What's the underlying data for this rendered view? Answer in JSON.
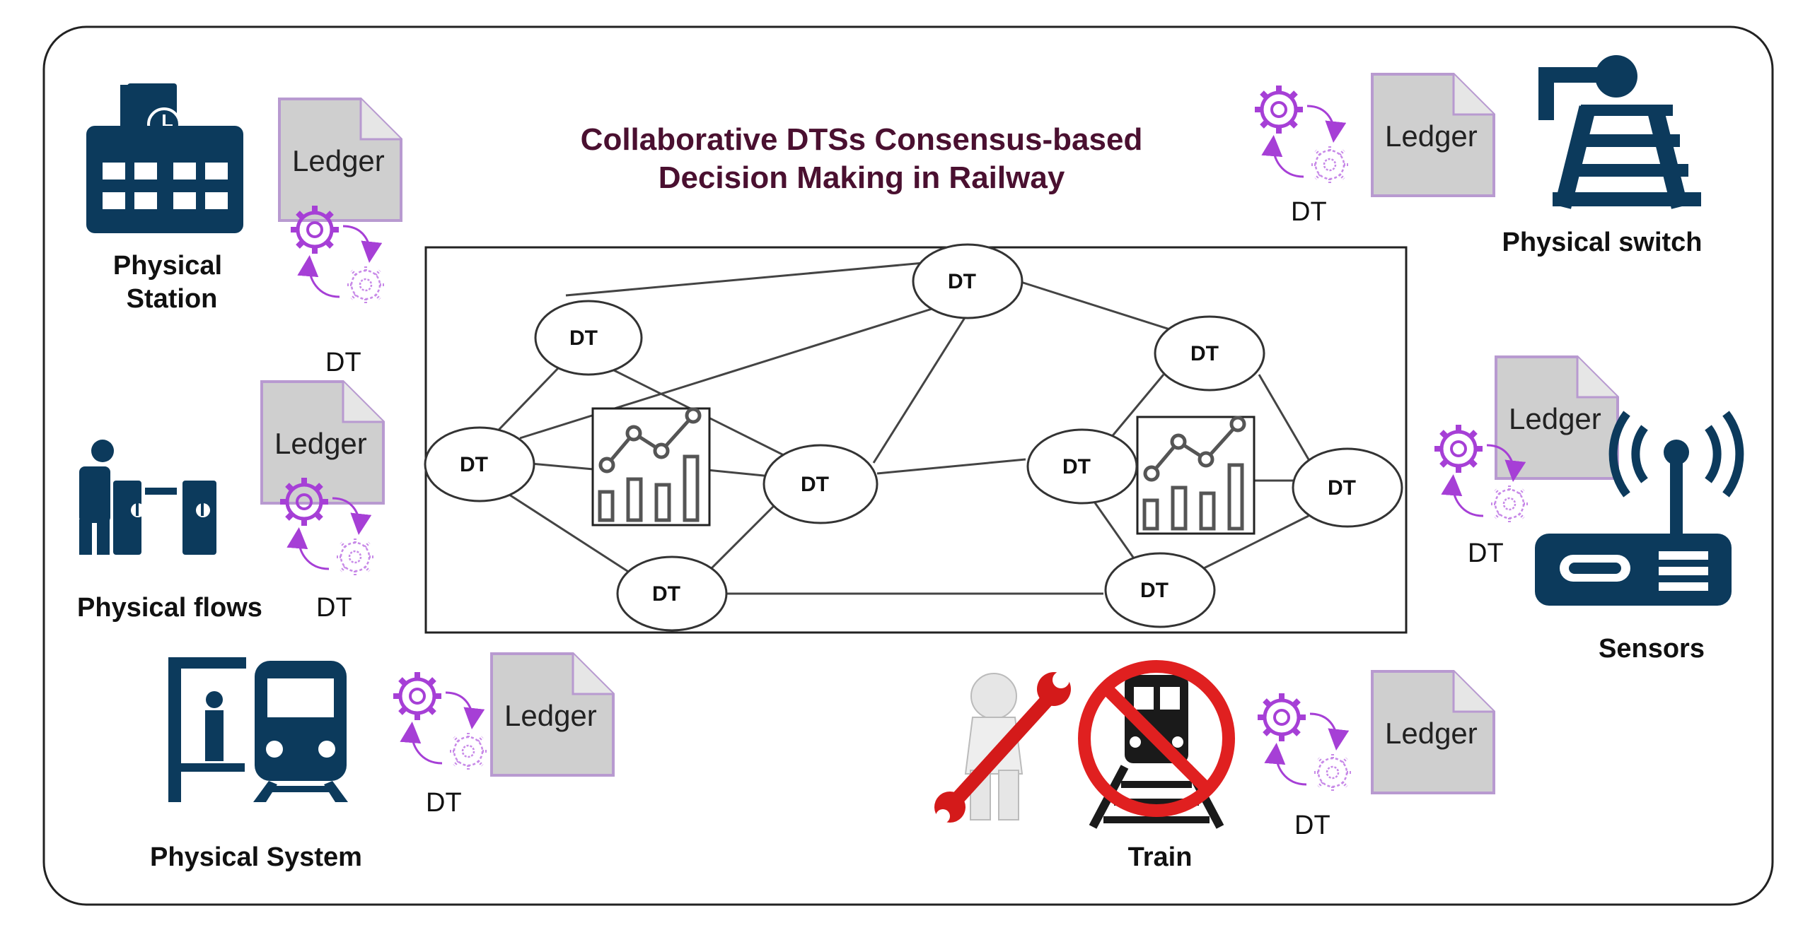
{
  "title": {
    "line1": "Collaborative DTSs Consensus-based",
    "line2": "Decision Making in Railway",
    "color": "#4a1030"
  },
  "colors": {
    "icon_navy": "#0c3a5c",
    "gear_purple": "#a63fd6",
    "ledger_fill": "#cfcfcf",
    "ledger_border": "#b89ad0",
    "no_sign_red": "#e02020",
    "wrench_red": "#d41a1a"
  },
  "network": {
    "node_label": "DT",
    "nodes": [
      {
        "id": "n1",
        "label": "DT"
      },
      {
        "id": "n2",
        "label": "DT"
      },
      {
        "id": "n3",
        "label": "DT"
      },
      {
        "id": "n4",
        "label": "DT"
      },
      {
        "id": "n5",
        "label": "DT"
      },
      {
        "id": "n6",
        "label": "DT"
      },
      {
        "id": "n7",
        "label": "DT"
      },
      {
        "id": "n8",
        "label": "DT"
      },
      {
        "id": "n9",
        "label": "DT"
      }
    ]
  },
  "components": {
    "station": {
      "caption_line1": "Physical",
      "caption_line2": "Station",
      "ledger": "Ledger",
      "dt": "DT",
      "icon": "school-building-icon"
    },
    "flows": {
      "caption": "Physical flows",
      "ledger": "Ledger",
      "dt": "DT",
      "icon": "turnstile-passenger-icon"
    },
    "system": {
      "caption": "Physical System",
      "ledger": "Ledger",
      "dt": "DT",
      "icon": "train-platform-icon"
    },
    "switch": {
      "caption": "Physical switch",
      "ledger": "Ledger",
      "dt": "DT",
      "icon": "rail-switch-icon"
    },
    "sensors": {
      "caption": "Sensors",
      "ledger": "Ledger",
      "dt": "DT",
      "icon": "wireless-router-icon"
    },
    "train": {
      "caption": "Train",
      "ledger": "Ledger",
      "dt": "DT",
      "icon": "no-train-icon"
    }
  }
}
